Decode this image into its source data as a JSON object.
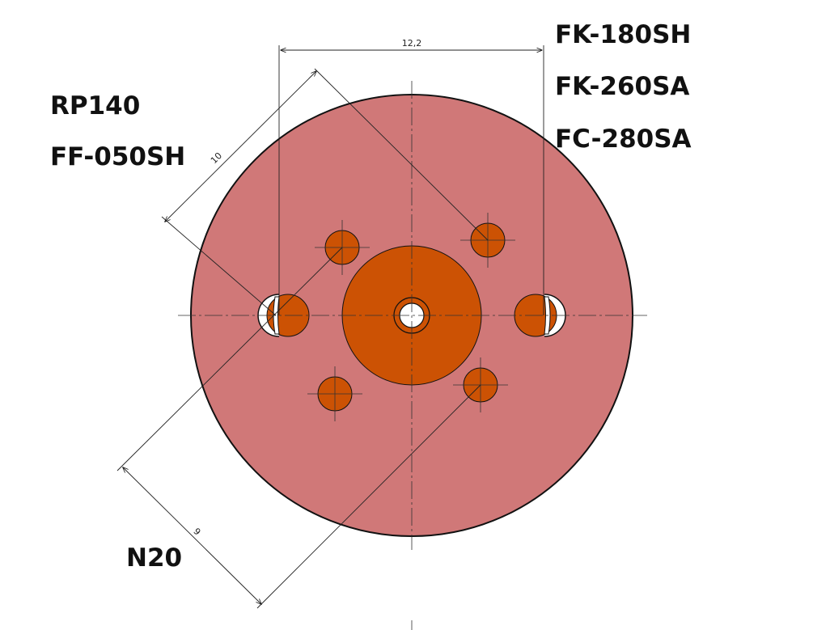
{
  "colors": {
    "disc_fill": "#d07878",
    "disc_outline": "#111111",
    "hub_fill": "#cc5204",
    "hole_fill": "#cc5204",
    "line": "#222222",
    "background": "#ffffff"
  },
  "labels": {
    "rp140": "RP140",
    "ff050sh": "FF-050SH",
    "fk180sh": "FK-180SH",
    "fk260sa": "FK-260SA",
    "fc280sa": "FC-280SA",
    "n20": "N20"
  },
  "dimensions": {
    "horizontal": "12,2",
    "diagonal_upper": "10",
    "diagonal_lower": "9"
  }
}
